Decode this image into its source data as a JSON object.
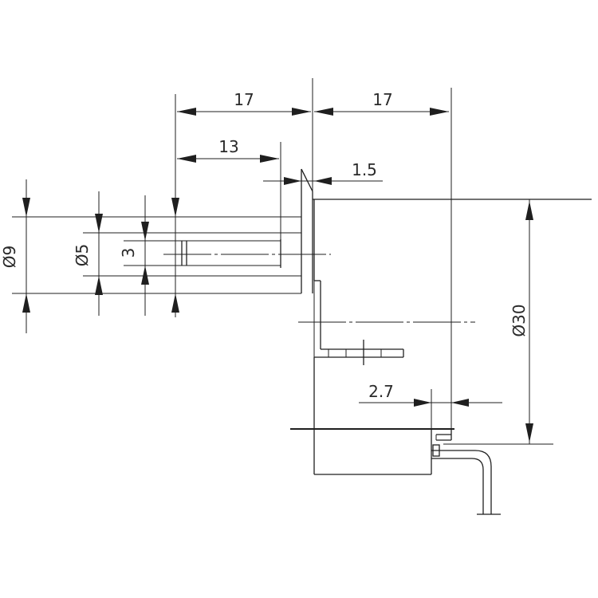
{
  "dimensions": {
    "width_left_17": "17",
    "width_right_17": "17",
    "depth_13": "13",
    "plate_1_5": "1.5",
    "offset_2_7": "2.7",
    "dia_9": "Ø9",
    "dia_5": "Ø5",
    "dim_3": "3",
    "dia_30": "Ø30"
  }
}
